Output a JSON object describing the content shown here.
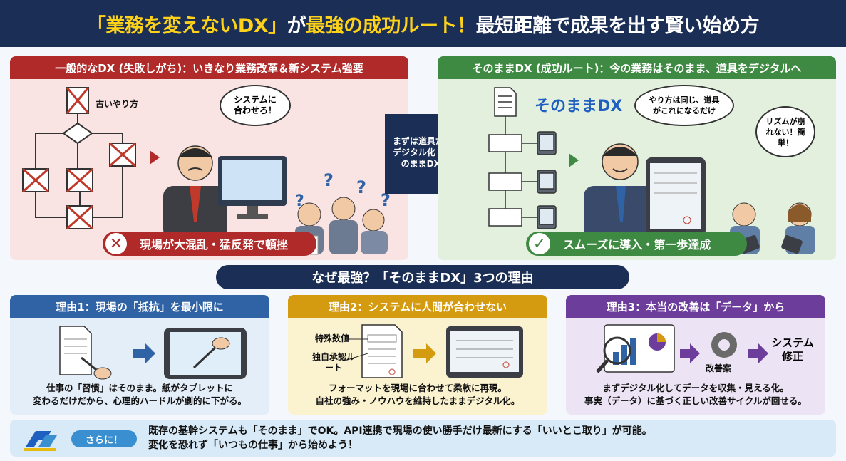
{
  "header": {
    "title_part1": "「業務を変えないDX」",
    "title_part2": "が",
    "title_part3": "最強の成功ルート！",
    "title_part4": "最短距離で成果を出す賢い始め方"
  },
  "left_panel": {
    "heading": "一般的なDX (失敗しがち)：いきなり業務改革＆新システム強要",
    "old_way_label": "古いやり方",
    "speech": "システムに合わせろ！",
    "result": "現場が大混乱・猛反発で頓挫",
    "result_icon": "x-icon"
  },
  "center_arrow": {
    "text": "まずは道具だけデジタル化（そのままDX)"
  },
  "right_panel": {
    "heading": "そのままDX (成功ルート)：今の業務はそのまま、道具をデジタルへ",
    "logo": "そのままDX",
    "speech_main": "やり方は同じ、道具がこれになるだけ",
    "speech_side": "リズムが崩れない！簡単！",
    "result": "スムーズに導入・第一歩達成",
    "result_icon": "check-icon"
  },
  "why": {
    "title": "なぜ最強？「そのままDX」3つの理由"
  },
  "reasons": [
    {
      "heading": "理由1：現場の「抵抗」を最小限に",
      "desc_line1": "仕事の「習慣」はそのまま。紙がタブレットに",
      "desc_line2": "変わるだけだから、心理的ハードルが劇的に下がる。"
    },
    {
      "heading": "理由2：システムに人間が合わせない",
      "label_a": "特殊数値",
      "label_b": "独自承認ルート",
      "desc_line1": "フォーマットを現場に合わせて柔軟に再現。",
      "desc_line2": "自社の強み・ノウハウを維持したままデジタル化。"
    },
    {
      "heading": "理由3：本当の改善は「データ」から",
      "label_improve": "改善案",
      "label_system": "システム修正",
      "desc_line1": "まずデジタル化してデータを収集・見える化。",
      "desc_line2": "事実（データ）に基づく正しい改善サイクルが回せる。"
    }
  ],
  "bottom": {
    "badge": "さらに！",
    "line1": "既存の基幹システムも「そのまま」でOK。API連携で現場の使い勝手だけ最新にする「いいとこ取り」が可能。",
    "line2": "変化を恐れず「いつもの仕事」から始めよう！"
  },
  "colors": {
    "navy": "#1b2e55",
    "accent_yellow": "#ffd21a",
    "failure_red": "#b02a2a",
    "success_green": "#3f8a42",
    "reason1_blue": "#2f63a6",
    "reason2_gold": "#d49a10",
    "reason3_purple": "#6d3d9b"
  }
}
